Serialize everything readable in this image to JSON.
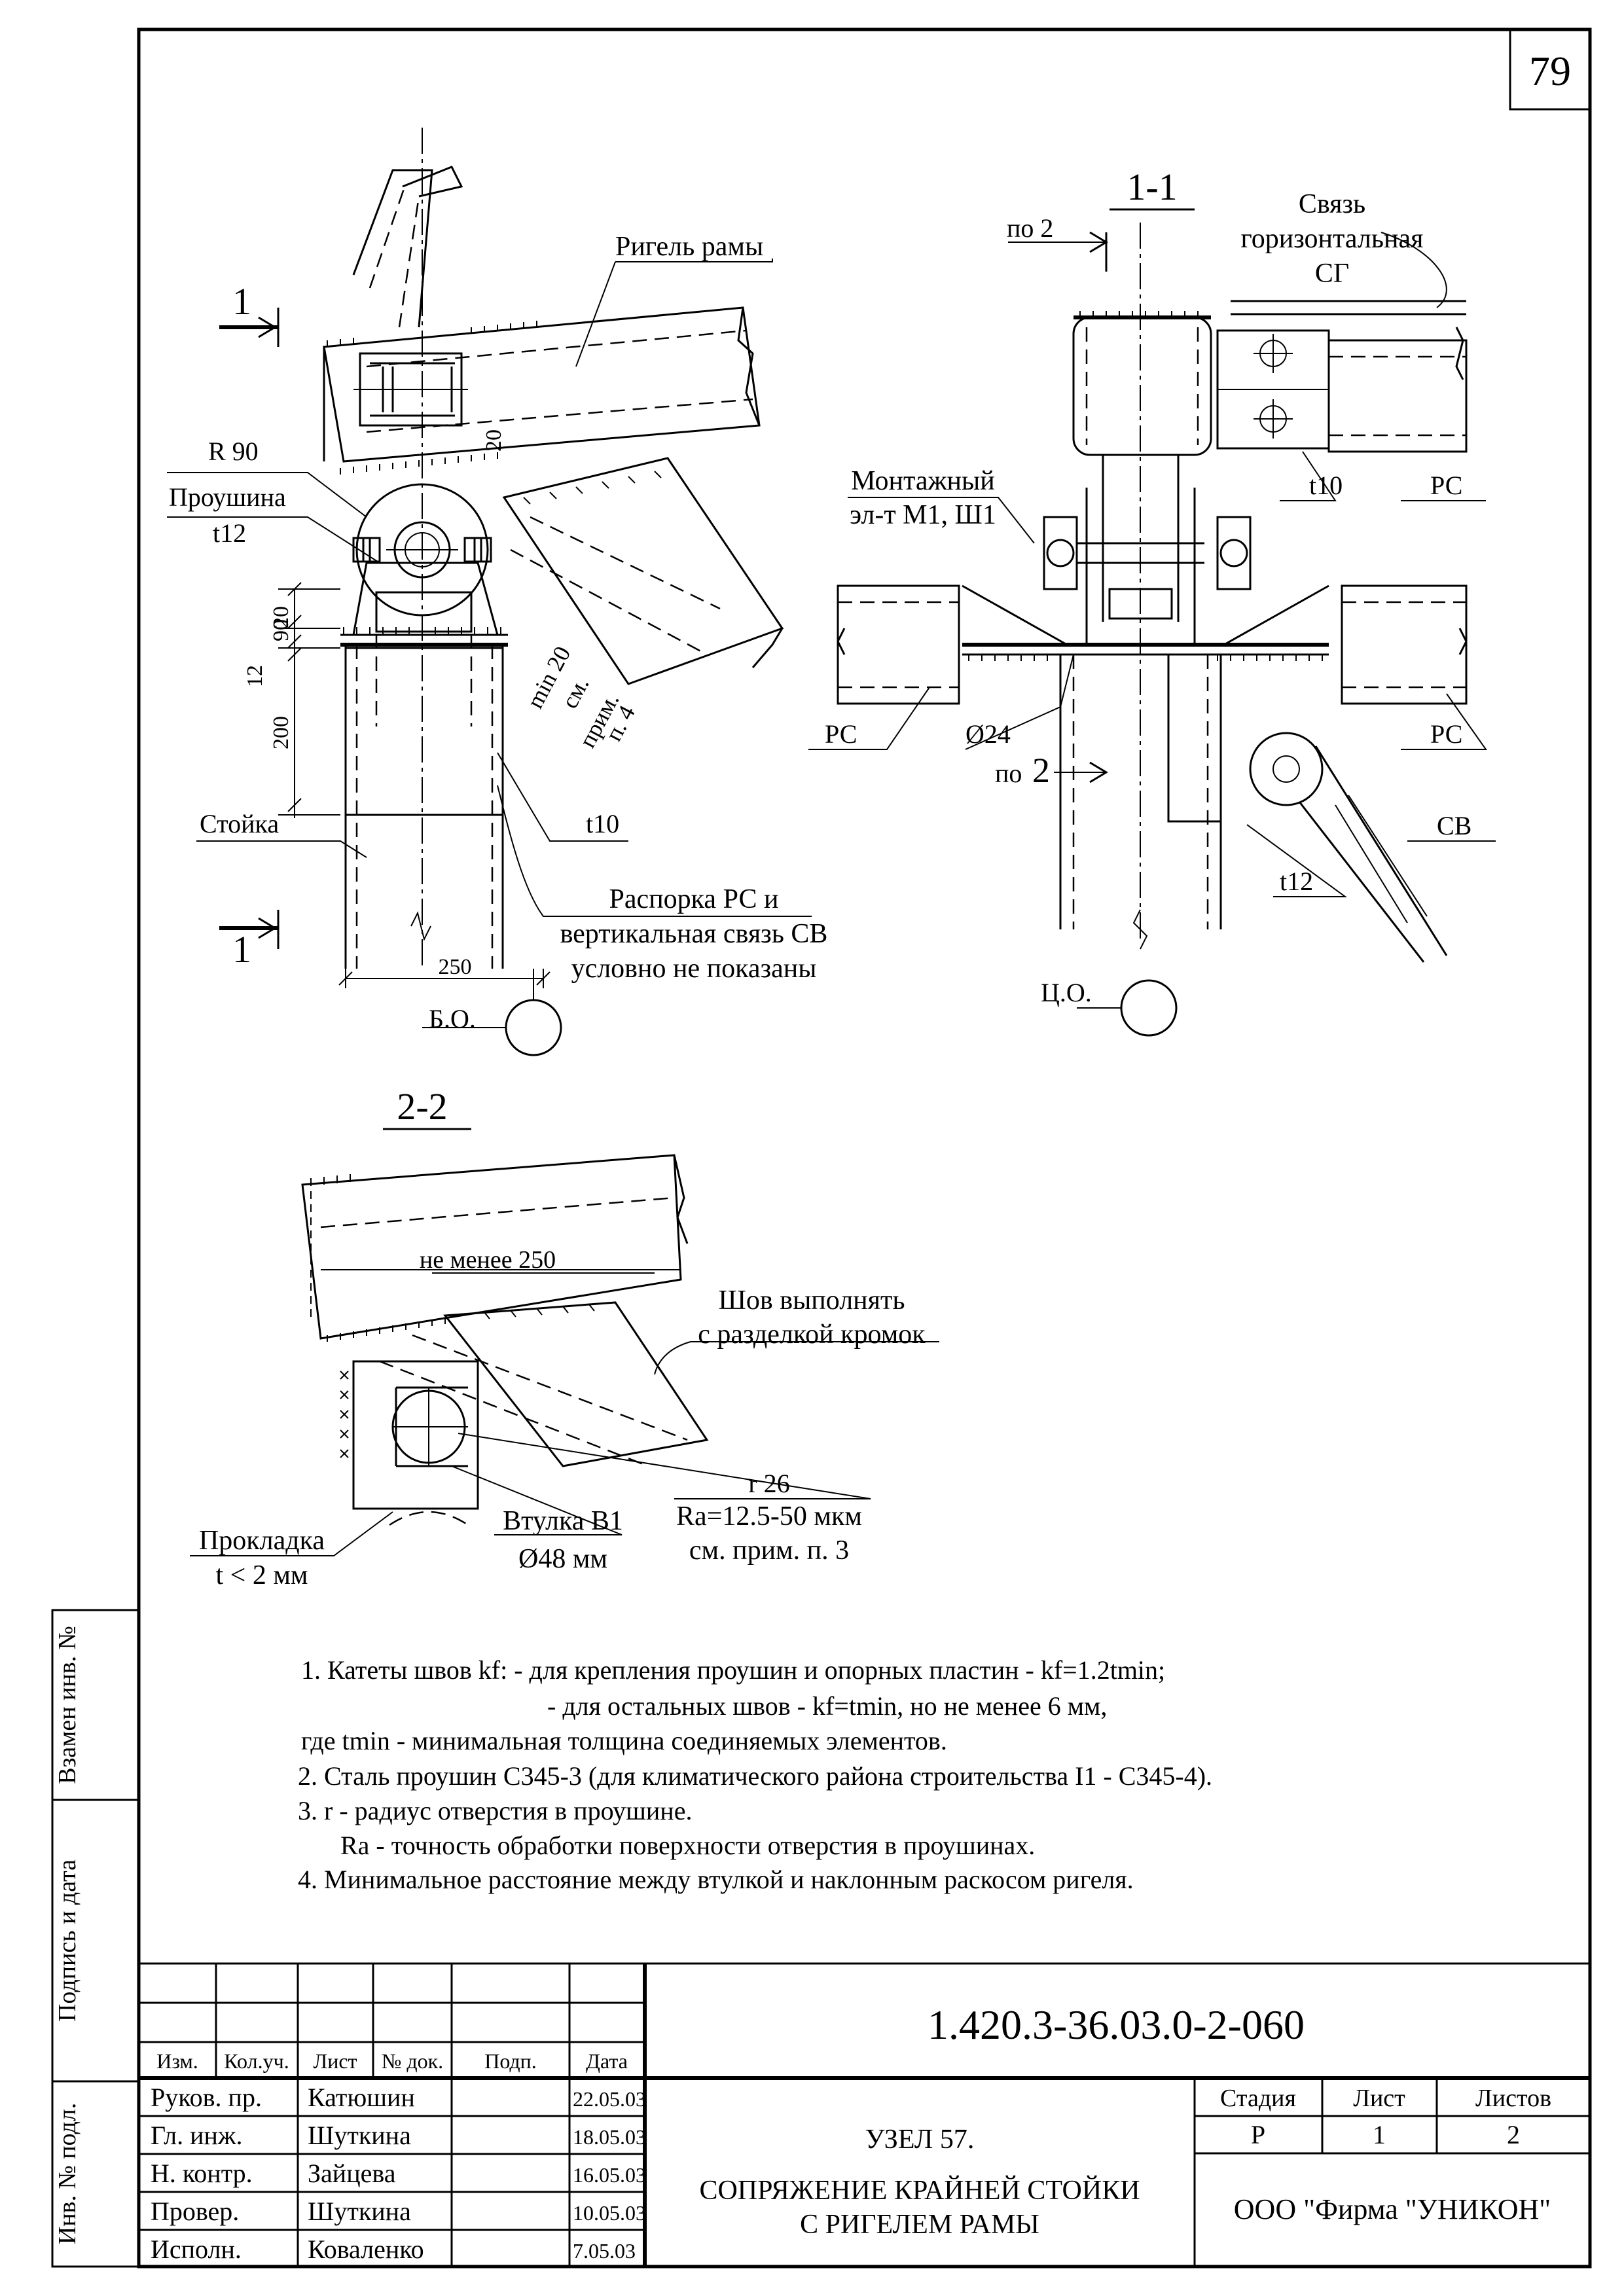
{
  "sheet_number": "79",
  "views": {
    "main": {
      "section_mark": "1",
      "labels": {
        "rigel": "Ригель рамы",
        "radius": "R 90",
        "lug": "Проушина",
        "lug_thickness": "t12",
        "column": "Стойка",
        "plate": "t10",
        "strut_line1": "Распорка РС и",
        "strut_line2": "вертикальная связь СВ",
        "strut_line3": "условно не показаны",
        "min_line1": "min 20",
        "min_line2": "см.",
        "min_line3": "прим.",
        "min_line4": "п. 4"
      },
      "dims": {
        "d20_rigel": "20",
        "d20": "20",
        "d90": "90",
        "d12": "12",
        "d200": "200",
        "d250": "250"
      },
      "axis_mark": "Б.О."
    },
    "section_1_1": {
      "title": "1-1",
      "po2_top": "по 2",
      "po2_bottom": "по",
      "po2_bottom_num": "2",
      "labels": {
        "bracing_line1": "Связь",
        "bracing_line2": "горизонтальная",
        "bracing_line3": "СГ",
        "mount_line1": "Монтажный",
        "mount_line2": "эл-т М1, Ш1",
        "t10": "t10",
        "rs_right_top": "РС",
        "rs_left": "РС",
        "rs_right": "РС",
        "hole": "Ø24",
        "t12": "t12",
        "sv": "СВ"
      },
      "axis_mark": "Ц.О."
    },
    "section_2_2": {
      "title": "2-2",
      "labels": {
        "min250": "не менее 250",
        "weld_line1": "Шов выполнять",
        "weld_line2": "с разделкой кромок",
        "r26": "r 26",
        "ra": "Ra=12.5-50 мкм",
        "note3": "см. прим. п. 3",
        "pad_line1": "Прокладка",
        "pad_line2": "t < 2 мм",
        "bush_line1": "Втулка В1",
        "bush_line2": "Ø48 мм"
      }
    }
  },
  "notes": [
    "1. Катеты швов kf:  - для крепления проушин и опорных пластин -  kf=1.2tmin;",
    "- для остальных швов - kf=tmin, но не менее 6 мм,",
    "где tmin - минимальная толщина соединяемых элементов.",
    "2. Сталь проушин С345-3 (для климатического района строительства  I1 - С345-4).",
    "3.  r - радиус отверстия в проушине.",
    "Ra  -  точность обработки поверхности отверстия в проушинах.",
    "4. Минимальное расстояние между втулкой и наклонным раскосом ригеля."
  ],
  "side_stamps": {
    "replace_inv": "Взамен инв. №",
    "sign_date": "Подпись и дата",
    "inv_orig": "Инв. № подл."
  },
  "title_block": {
    "code": "1.420.3-36.03.0-2-060",
    "headers": {
      "izm": "Изм.",
      "kol": "Кол.уч.",
      "list": "Лист",
      "doc": "№ док.",
      "sign": "Подп.",
      "date": "Дата"
    },
    "signatures": [
      {
        "role": "Руков. пр.",
        "name": "Катюшин",
        "date": "22.05.03"
      },
      {
        "role": "Гл. инж.",
        "name": "Шуткина",
        "date": "18.05.03"
      },
      {
        "role": "Н. контр.",
        "name": "Зайцева",
        "date": "16.05.03"
      },
      {
        "role": "Провер.",
        "name": "Шуткина",
        "date": "10.05.03"
      },
      {
        "role": "Исполн.",
        "name": "Коваленко",
        "date": "7.05.03"
      }
    ],
    "title_line1": "УЗЕЛ 57.",
    "title_line2": "СОПРЯЖЕНИЕ КРАЙНЕЙ СТОЙКИ",
    "title_line3": "С РИГЕЛЕМ РАМЫ",
    "stage_label": "Стадия",
    "sheet_label": "Лист",
    "sheets_label": "Листов",
    "stage": "Р",
    "sheet": "1",
    "sheets": "2",
    "company": "ООО  \"Фирма \"УНИКОН\""
  }
}
